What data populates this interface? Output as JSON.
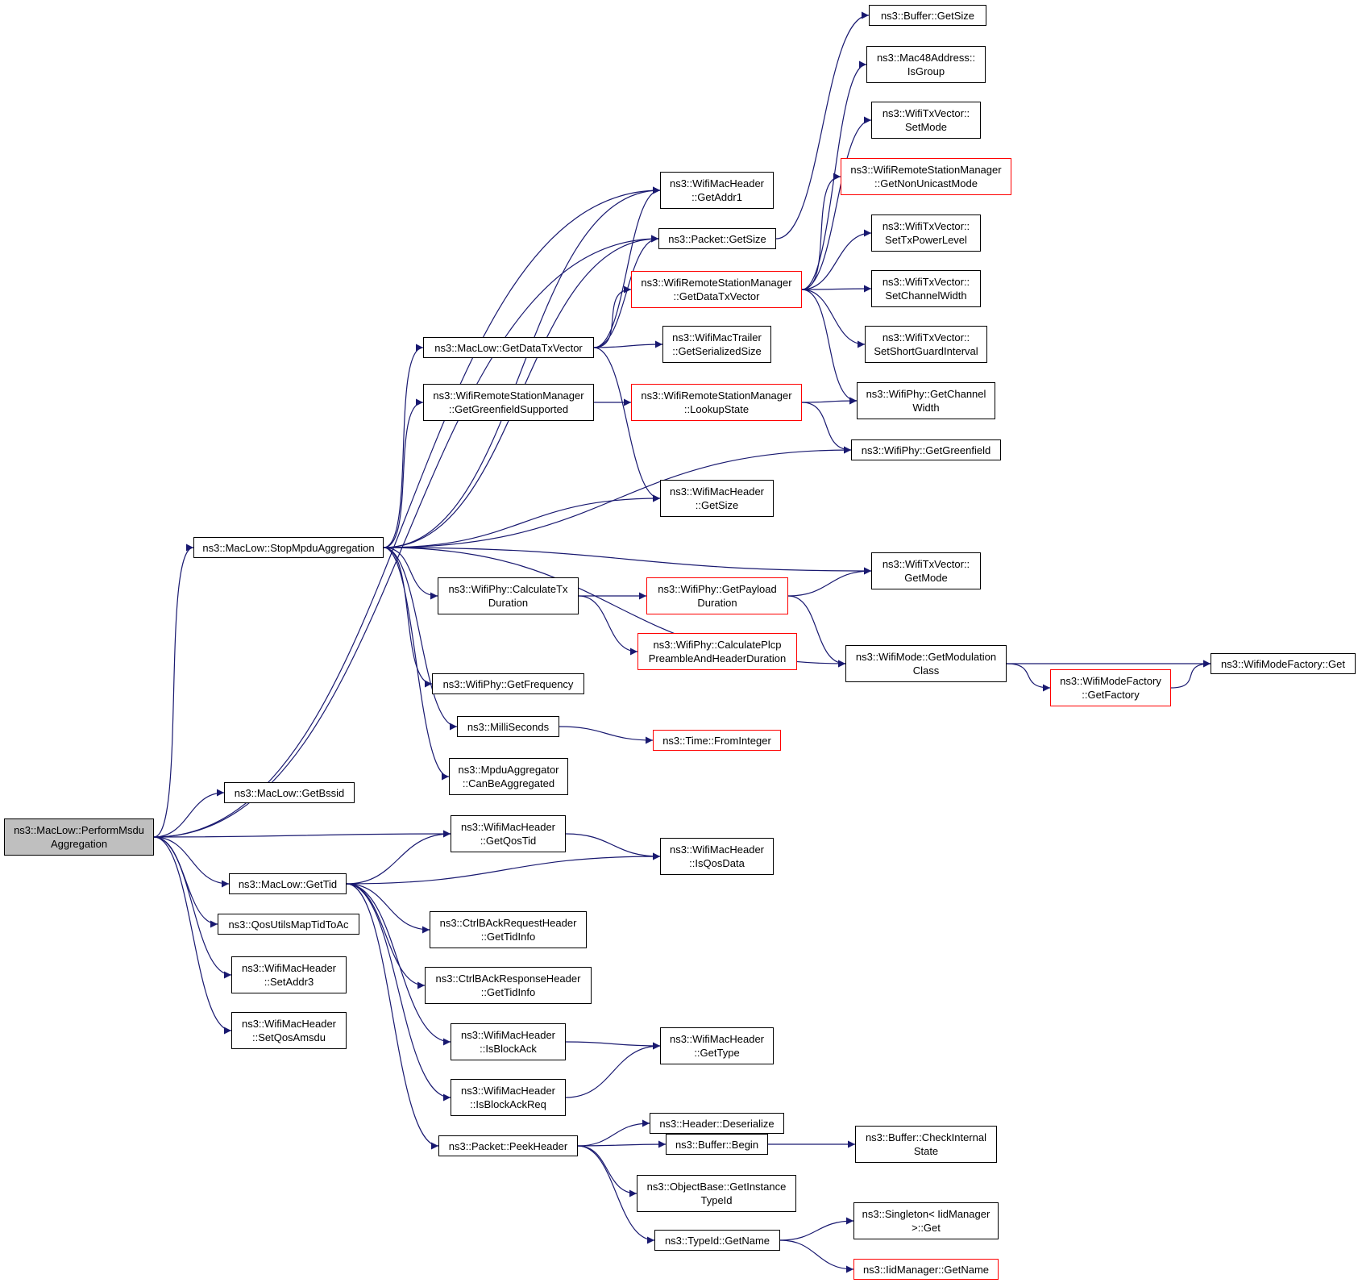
{
  "colors": {
    "edge": "#191970",
    "red_border": "#ff0000",
    "root_fill": "#bfbfbf"
  },
  "nodes": [
    {
      "id": "root",
      "lines": [
        "ns3::MacLow::PerformMsdu",
        "Aggregation"
      ],
      "style": "root"
    },
    {
      "id": "stop",
      "lines": [
        "ns3::MacLow::StopMpduAggregation"
      ]
    },
    {
      "id": "bssid",
      "lines": [
        "ns3::MacLow::GetBssid"
      ]
    },
    {
      "id": "gettid",
      "lines": [
        "ns3::MacLow::GetTid"
      ]
    },
    {
      "id": "qosutils",
      "lines": [
        "ns3::QosUtilsMapTidToAc"
      ]
    },
    {
      "id": "setaddr3",
      "lines": [
        "ns3::WifiMacHeader",
        "::SetAddr3"
      ]
    },
    {
      "id": "setqosamsdu",
      "lines": [
        "ns3::WifiMacHeader",
        "::SetQosAmsdu"
      ]
    },
    {
      "id": "getdatatx",
      "lines": [
        "ns3::MacLow::GetDataTxVector"
      ]
    },
    {
      "id": "greenfieldsup",
      "lines": [
        "ns3::WifiRemoteStationManager",
        "::GetGreenfieldSupported"
      ]
    },
    {
      "id": "calctx",
      "lines": [
        "ns3::WifiPhy::CalculateTx",
        "Duration"
      ]
    },
    {
      "id": "getfreq",
      "lines": [
        "ns3::WifiPhy::GetFrequency"
      ]
    },
    {
      "id": "millis",
      "lines": [
        "ns3::MilliSeconds"
      ]
    },
    {
      "id": "canbeagg",
      "lines": [
        "ns3::MpduAggregator",
        "::CanBeAggregated"
      ]
    },
    {
      "id": "getqostid",
      "lines": [
        "ns3::WifiMacHeader",
        "::GetQosTid"
      ]
    },
    {
      "id": "ctrlreq",
      "lines": [
        "ns3::CtrlBAckRequestHeader",
        "::GetTidInfo"
      ]
    },
    {
      "id": "ctrlresp",
      "lines": [
        "ns3::CtrlBAckResponseHeader",
        "::GetTidInfo"
      ]
    },
    {
      "id": "isblockack",
      "lines": [
        "ns3::WifiMacHeader",
        "::IsBlockAck"
      ]
    },
    {
      "id": "isblockackreq",
      "lines": [
        "ns3::WifiMacHeader",
        "::IsBlockAckReq"
      ]
    },
    {
      "id": "peekheader",
      "lines": [
        "ns3::Packet::PeekHeader"
      ]
    },
    {
      "id": "getaddr1",
      "lines": [
        "ns3::WifiMacHeader",
        "::GetAddr1"
      ]
    },
    {
      "id": "pktgetsize",
      "lines": [
        "ns3::Packet::GetSize"
      ]
    },
    {
      "id": "rsmgetdatatx",
      "lines": [
        "ns3::WifiRemoteStationManager",
        "::GetDataTxVector"
      ],
      "style": "red"
    },
    {
      "id": "trailer",
      "lines": [
        "ns3::WifiMacTrailer",
        "::GetSerializedSize"
      ]
    },
    {
      "id": "lookup",
      "lines": [
        "ns3::WifiRemoteStationManager",
        "::LookupState"
      ],
      "style": "red"
    },
    {
      "id": "hdrgetsize",
      "lines": [
        "ns3::WifiMacHeader",
        "::GetSize"
      ]
    },
    {
      "id": "payload",
      "lines": [
        "ns3::WifiPhy::GetPayload",
        "Duration"
      ],
      "style": "red"
    },
    {
      "id": "plcp",
      "lines": [
        "ns3::WifiPhy::CalculatePlcp",
        "PreambleAndHeaderDuration"
      ],
      "style": "red"
    },
    {
      "id": "fromint",
      "lines": [
        "ns3::Time::FromInteger"
      ],
      "style": "red"
    },
    {
      "id": "isqosdata",
      "lines": [
        "ns3::WifiMacHeader",
        "::IsQosData"
      ]
    },
    {
      "id": "gettype",
      "lines": [
        "ns3::WifiMacHeader",
        "::GetType"
      ]
    },
    {
      "id": "deser",
      "lines": [
        "ns3::Header::Deserialize"
      ]
    },
    {
      "id": "bufbegin",
      "lines": [
        "ns3::Buffer::Begin"
      ]
    },
    {
      "id": "getinst",
      "lines": [
        "ns3::ObjectBase::GetInstance",
        "TypeId"
      ]
    },
    {
      "id": "tidname",
      "lines": [
        "ns3::TypeId::GetName"
      ]
    },
    {
      "id": "bufgetsize",
      "lines": [
        "ns3::Buffer::GetSize"
      ]
    },
    {
      "id": "isgroup",
      "lines": [
        "ns3::Mac48Address::",
        "IsGroup"
      ]
    },
    {
      "id": "setmode",
      "lines": [
        "ns3::WifiTxVector::",
        "SetMode"
      ]
    },
    {
      "id": "nonunicast",
      "lines": [
        "ns3::WifiRemoteStationManager",
        "::GetNonUnicastMode"
      ],
      "style": "red"
    },
    {
      "id": "settxpower",
      "lines": [
        "ns3::WifiTxVector::",
        "SetTxPowerLevel"
      ]
    },
    {
      "id": "setchanwidth",
      "lines": [
        "ns3::WifiTxVector::",
        "SetChannelWidth"
      ]
    },
    {
      "id": "setsgi",
      "lines": [
        "ns3::WifiTxVector::",
        "SetShortGuardInterval"
      ]
    },
    {
      "id": "getchanwidth",
      "lines": [
        "ns3::WifiPhy::GetChannel",
        "Width"
      ]
    },
    {
      "id": "getgreen",
      "lines": [
        "ns3::WifiPhy::GetGreenfield"
      ]
    },
    {
      "id": "getmode",
      "lines": [
        "ns3::WifiTxVector::",
        "GetMode"
      ]
    },
    {
      "id": "modclass",
      "lines": [
        "ns3::WifiMode::GetModulation",
        "Class"
      ]
    },
    {
      "id": "bufcheck",
      "lines": [
        "ns3::Buffer::CheckInternal",
        "State"
      ]
    },
    {
      "id": "singleton",
      "lines": [
        "ns3::Singleton< IidManager",
        ">::Get"
      ]
    },
    {
      "id": "iidname",
      "lines": [
        "ns3::IidManager::GetName"
      ],
      "style": "red"
    },
    {
      "id": "getfactory",
      "lines": [
        "ns3::WifiModeFactory",
        "::GetFactory"
      ],
      "style": "red"
    },
    {
      "id": "factoryget",
      "lines": [
        "ns3::WifiModeFactory::Get"
      ]
    }
  ],
  "edges": [
    [
      "root",
      "stop"
    ],
    [
      "root",
      "getaddr1"
    ],
    [
      "root",
      "pktgetsize"
    ],
    [
      "root",
      "bssid"
    ],
    [
      "root",
      "getqostid"
    ],
    [
      "root",
      "gettid"
    ],
    [
      "root",
      "qosutils"
    ],
    [
      "root",
      "setaddr3"
    ],
    [
      "root",
      "setqosamsdu"
    ],
    [
      "stop",
      "getaddr1"
    ],
    [
      "stop",
      "pktgetsize"
    ],
    [
      "stop",
      "getdatatx"
    ],
    [
      "stop",
      "greenfieldsup"
    ],
    [
      "stop",
      "getgreen"
    ],
    [
      "stop",
      "hdrgetsize"
    ],
    [
      "stop",
      "getmode"
    ],
    [
      "stop",
      "calctx"
    ],
    [
      "stop",
      "modclass"
    ],
    [
      "stop",
      "getfreq"
    ],
    [
      "stop",
      "millis"
    ],
    [
      "stop",
      "canbeagg"
    ],
    [
      "getdatatx",
      "getaddr1"
    ],
    [
      "getdatatx",
      "pktgetsize"
    ],
    [
      "getdatatx",
      "rsmgetdatatx"
    ],
    [
      "getdatatx",
      "trailer"
    ],
    [
      "getdatatx",
      "hdrgetsize"
    ],
    [
      "greenfieldsup",
      "lookup"
    ],
    [
      "calctx",
      "payload"
    ],
    [
      "calctx",
      "plcp"
    ],
    [
      "millis",
      "fromint"
    ],
    [
      "gettid",
      "getqostid"
    ],
    [
      "gettid",
      "isqosdata"
    ],
    [
      "gettid",
      "ctrlreq"
    ],
    [
      "gettid",
      "ctrlresp"
    ],
    [
      "gettid",
      "isblockack"
    ],
    [
      "gettid",
      "isblockackreq"
    ],
    [
      "gettid",
      "peekheader"
    ],
    [
      "getqostid",
      "isqosdata"
    ],
    [
      "isblockack",
      "gettype"
    ],
    [
      "isblockackreq",
      "gettype"
    ],
    [
      "peekheader",
      "deser"
    ],
    [
      "peekheader",
      "bufbegin"
    ],
    [
      "peekheader",
      "getinst"
    ],
    [
      "peekheader",
      "tidname"
    ],
    [
      "bufbegin",
      "bufcheck"
    ],
    [
      "tidname",
      "singleton"
    ],
    [
      "tidname",
      "iidname"
    ],
    [
      "pktgetsize",
      "bufgetsize"
    ],
    [
      "rsmgetdatatx",
      "isgroup"
    ],
    [
      "rsmgetdatatx",
      "setmode"
    ],
    [
      "rsmgetdatatx",
      "nonunicast"
    ],
    [
      "rsmgetdatatx",
      "settxpower"
    ],
    [
      "rsmgetdatatx",
      "setchanwidth"
    ],
    [
      "rsmgetdatatx",
      "setsgi"
    ],
    [
      "rsmgetdatatx",
      "getchanwidth"
    ],
    [
      "lookup",
      "getchanwidth"
    ],
    [
      "lookup",
      "getgreen"
    ],
    [
      "payload",
      "getmode"
    ],
    [
      "payload",
      "modclass"
    ],
    [
      "modclass",
      "factoryget"
    ],
    [
      "modclass",
      "getfactory"
    ],
    [
      "getfactory",
      "factoryget"
    ]
  ]
}
